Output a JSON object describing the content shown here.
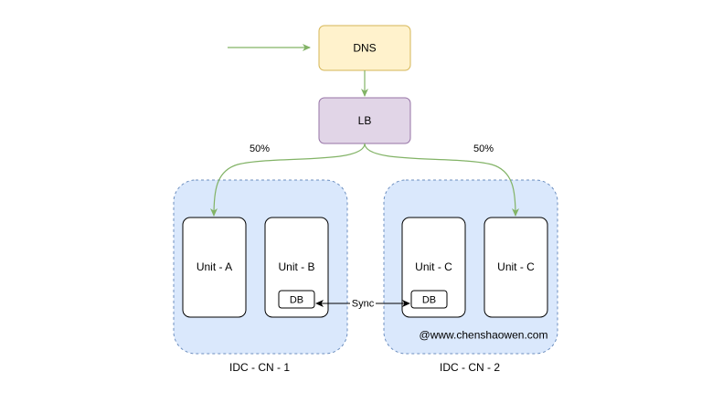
{
  "nodes": {
    "dns": {
      "label": "DNS"
    },
    "lb": {
      "label": "LB"
    },
    "unit_a": {
      "label": "Unit - A"
    },
    "unit_b": {
      "label": "Unit - B",
      "db_label": "DB"
    },
    "unit_c1": {
      "label": "Unit - C",
      "db_label": "DB"
    },
    "unit_c2": {
      "label": "Unit - C"
    }
  },
  "datacenters": {
    "idc1": {
      "label": "IDC - CN - 1"
    },
    "idc2": {
      "label": "IDC - CN - 2"
    }
  },
  "edges": {
    "left_split": {
      "label": "50%"
    },
    "right_split": {
      "label": "50%"
    },
    "db_sync": {
      "label": "Sync"
    }
  },
  "watermark": "@www.chenshaowen.com",
  "colors": {
    "dns_fill": "#fff2cc",
    "dns_stroke": "#d6b656",
    "lb_fill": "#e1d5e7",
    "lb_stroke": "#9673a6",
    "idc_fill": "#dae8fc",
    "idc_stroke": "#6c8ebf",
    "flow_arrow": "#82b366",
    "box_stroke": "#000000"
  }
}
